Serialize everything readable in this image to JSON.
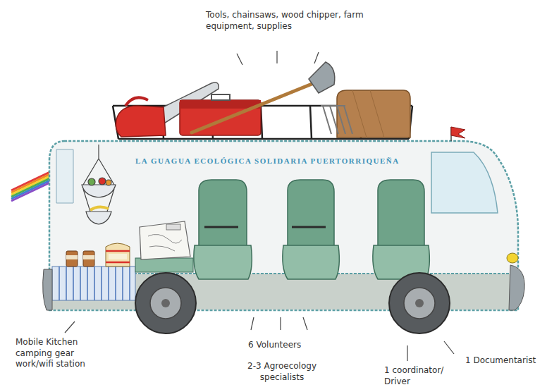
{
  "diagram": {
    "labels": [
      "Tools, chainsaws, wood chipper, farm equipment, supplies",
      "LA GUAGUA ECOLÓGICA SOLIDARIA PUERTORRIQUEÑA",
      "Mobile Kitchen camping gear work/wifi station",
      "6 Volunteers",
      "2-3 Agroecology specialists",
      "1 coordinator/ Driver",
      "1 Documentarist"
    ]
  }
}
